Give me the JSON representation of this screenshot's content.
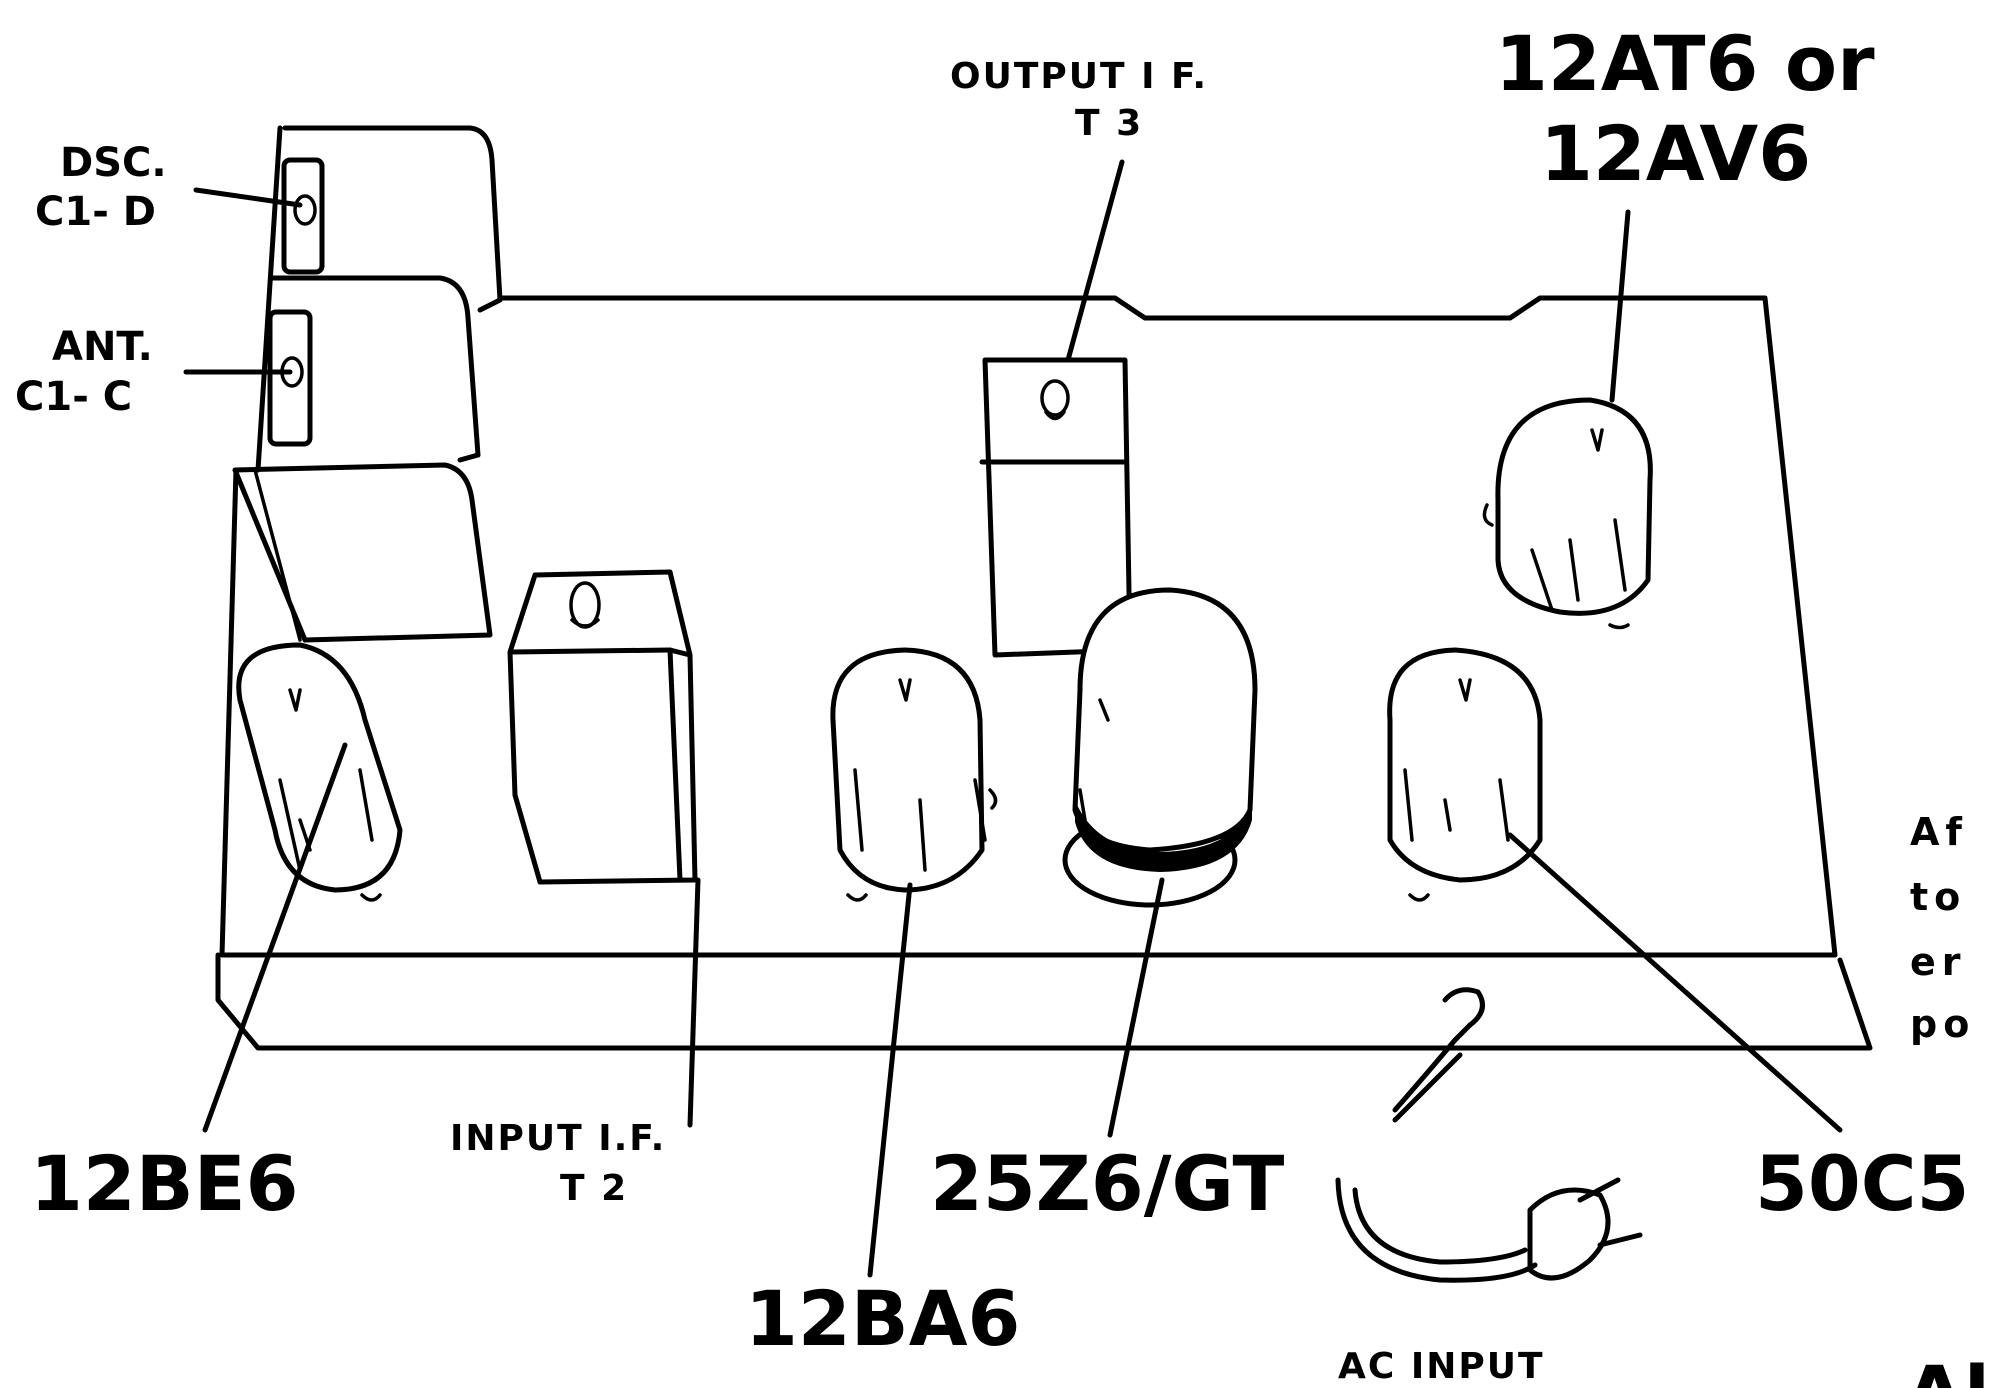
{
  "labels": {
    "osc": [
      "DSC.",
      "C1- D"
    ],
    "ant": [
      "ANT.",
      "C1- C"
    ],
    "output_if": [
      "OUTPUT I F.",
      "T 3"
    ],
    "tube_12at6": [
      "12AT6 or",
      "12AV6"
    ],
    "tube_12be6": "12BE6",
    "input_if": [
      "INPUT I.F.",
      "T 2"
    ],
    "tube_12ba6": "12BA6",
    "tube_25z6": "25Z6/GT",
    "tube_50c5": "50C5",
    "ac_input": "AC INPUT",
    "side_text": [
      "Af",
      "to",
      "er",
      "po"
    ],
    "corner_fragment": "Al"
  }
}
